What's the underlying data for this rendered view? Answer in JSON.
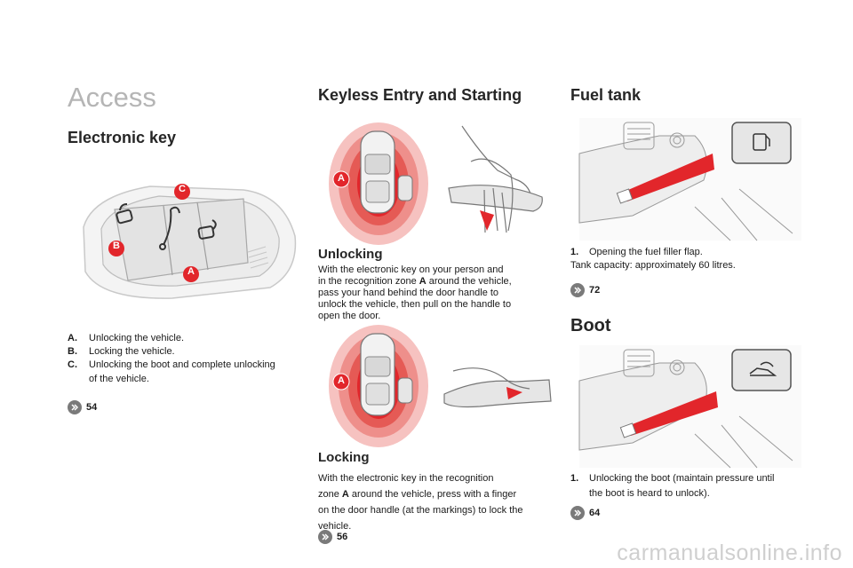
{
  "page_title": "Access",
  "electronic_key": {
    "heading": "Electronic key",
    "callouts": [
      "C",
      "B",
      "A"
    ],
    "items": [
      {
        "key": "A.",
        "text": "Unlocking the vehicle."
      },
      {
        "key": "B.",
        "text": "Locking the vehicle."
      },
      {
        "key": "C.",
        "text": "Unlocking the boot and complete unlocking"
      },
      {
        "key": "",
        "text": "of the vehicle."
      }
    ],
    "ref_page": "54"
  },
  "keyless": {
    "heading": "Keyless Entry and Starting",
    "zone_label": "A",
    "unlocking": {
      "heading": "Unlocking",
      "lines": [
        [
          "With the electronic key on your person and"
        ],
        [
          "in the recognition zone ",
          "A",
          " around the vehicle,"
        ],
        [
          "pass your hand behind the door handle to"
        ],
        [
          "unlock the vehicle, then pull on the handle to"
        ],
        [
          "open the door."
        ]
      ]
    },
    "locking": {
      "heading": "Locking",
      "lines": [
        [
          "With the electronic key in the recognition"
        ],
        [
          "zone ",
          "A",
          " around the vehicle, press with a finger"
        ],
        [
          "on the door handle (at the markings) to lock the"
        ],
        [
          "vehicle."
        ]
      ],
      "ref_page": "56"
    }
  },
  "fuel_tank": {
    "heading": "Fuel tank",
    "items": [
      {
        "key": "1.",
        "text": "Opening the fuel filler flap."
      }
    ],
    "capacity": "Tank capacity: approximately 60 litres.",
    "ref_page": "72"
  },
  "boot": {
    "heading": "Boot",
    "items": [
      {
        "key": "1.",
        "text": "Unlocking the boot (maintain pressure until"
      },
      {
        "key": "",
        "text": "the boot is heard to unlock)."
      }
    ],
    "ref_page": "64"
  },
  "watermark": "carmanualsonline.info",
  "colors": {
    "accent_red": "#e2262b",
    "zone_light": "#f6c2c0",
    "title_grey": "#b5b5b5",
    "icon_grey": "#7a7a7a"
  },
  "icons": [
    "book-reference-icon",
    "padlock-closed-icon",
    "padlock-open-icon",
    "boot-open-icon"
  ]
}
